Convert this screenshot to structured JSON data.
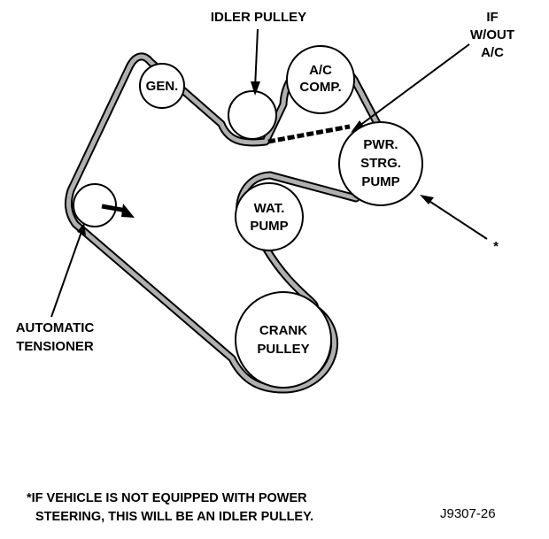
{
  "labels": {
    "idler_pulley": "IDLER PULLEY",
    "if_without_ac": [
      "IF",
      "W/OUT",
      "A/C"
    ],
    "asterisk": "*",
    "automatic_tensioner": [
      "AUTOMATIC",
      "TENSIONER"
    ]
  },
  "pulleys": {
    "generator": [
      "GEN."
    ],
    "ac_compressor": [
      "A/C",
      "COMP."
    ],
    "power_steering_pump": [
      "PWR.",
      "STRG.",
      "PUMP"
    ],
    "water_pump": [
      "WAT.",
      "PUMP"
    ],
    "crank_pulley": [
      "CRANK",
      "PULLEY"
    ]
  },
  "footnote": [
    "*IF VEHICLE IS NOT EQUIPPED WITH POWER",
    "STEERING, THIS WILL BE AN IDLER PULLEY."
  ],
  "figure_id": "J9307-26",
  "colors": {
    "belt_fill": "#b0b0b0",
    "ink": "#000000",
    "background": "#ffffff"
  }
}
